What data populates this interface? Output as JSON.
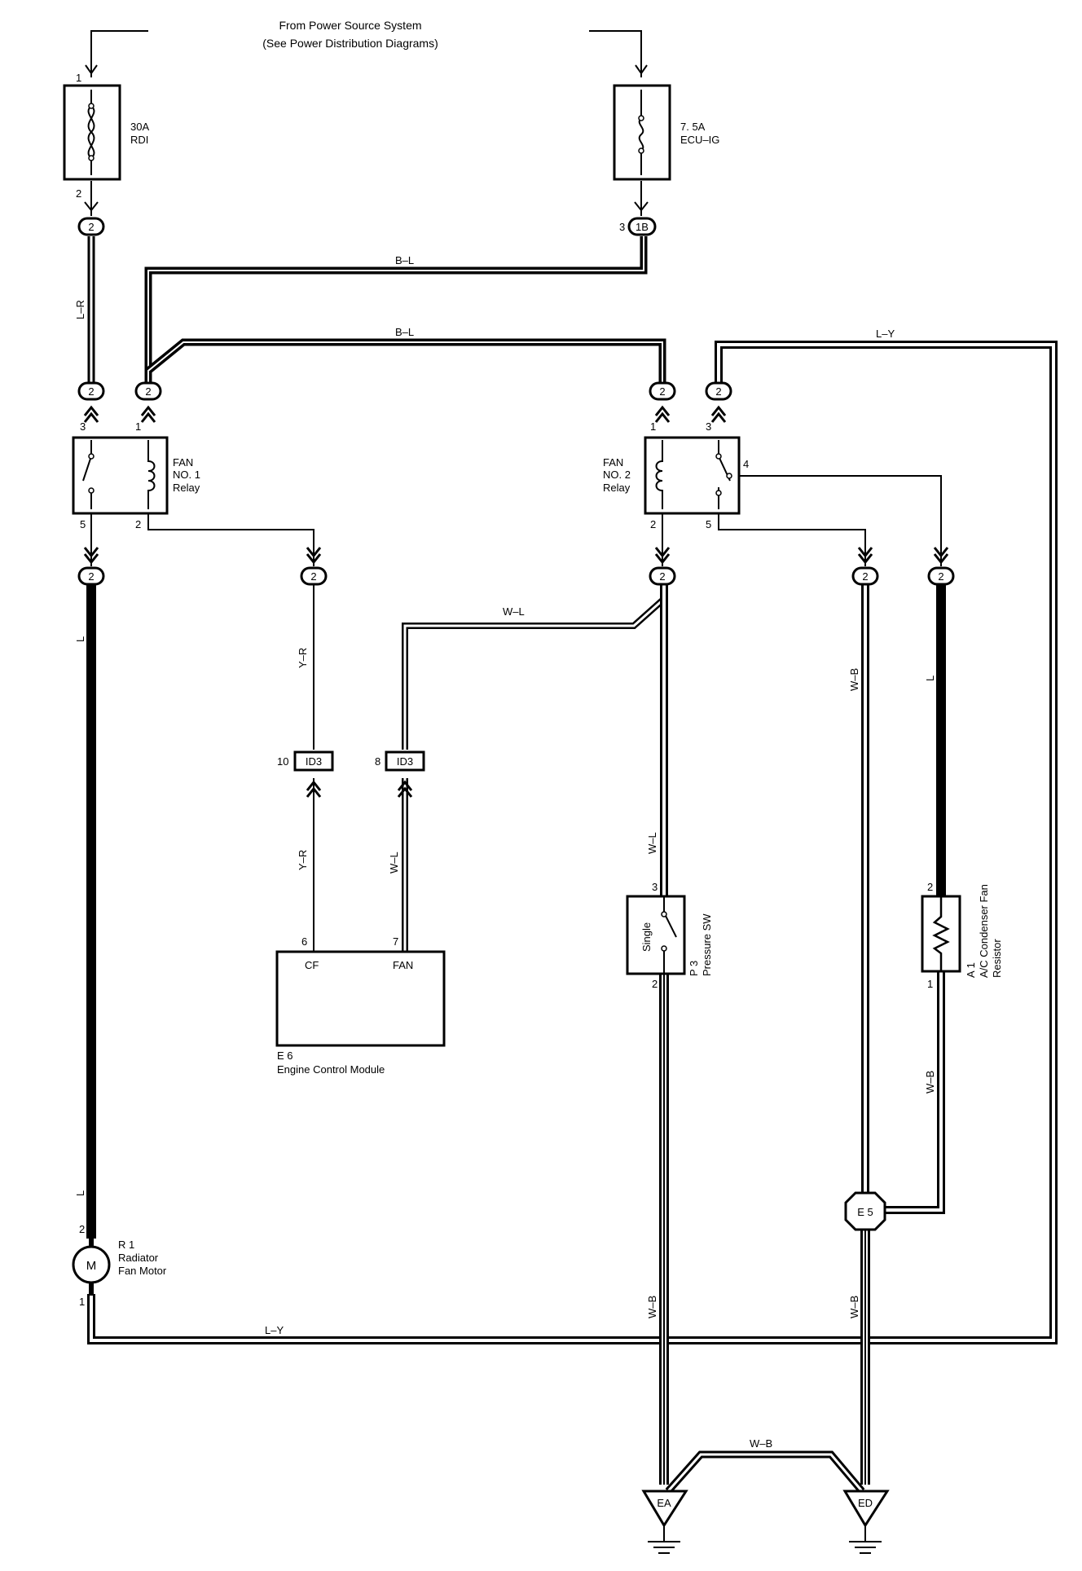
{
  "header": {
    "line1": "From Power Source System",
    "line2": "(See Power Distribution Diagrams)"
  },
  "fuses": {
    "rdi": {
      "rating": "30A",
      "name": "RDI",
      "pin_in": "1",
      "pin_out": "2"
    },
    "ecuig": {
      "rating": "7. 5A",
      "name": "ECU–IG",
      "pin_out": "3",
      "connector": "1B"
    }
  },
  "relays": {
    "fan1": {
      "l1": "FAN",
      "l2": "NO. 1",
      "l3": "Relay",
      "pins": [
        "3",
        "1",
        "5",
        "2"
      ]
    },
    "fan2": {
      "l1": "FAN",
      "l2": "NO. 2",
      "l3": "Relay",
      "pins": [
        "1",
        "3",
        "4",
        "2",
        "5"
      ]
    }
  },
  "connector_id": "2",
  "junctions": {
    "id3": "ID3",
    "pin10": "10",
    "pin8": "8"
  },
  "ecm": {
    "code": "E 6",
    "name": "Engine Control Module",
    "terminal_cf": "CF",
    "terminal_fan": "FAN",
    "pin_cf": "6",
    "pin_fan": "7"
  },
  "pressure_sw": {
    "code": "P 3",
    "name": "Pressure SW",
    "label": "Single",
    "pin_top": "3",
    "pin_bottom": "2"
  },
  "resistor": {
    "code": "A 1",
    "line1": "A/C Condenser Fan",
    "line2": "Resistor",
    "pin_top": "2",
    "pin_bottom": "1"
  },
  "motor": {
    "code": "R 1",
    "line1": "Radiator",
    "line2": "Fan Motor",
    "symbol": "M",
    "pin_top": "2",
    "pin_bottom": "1"
  },
  "splice": "E 5",
  "grounds": {
    "ea": "EA",
    "ed": "ED"
  },
  "wires": {
    "lr": "L–R",
    "bl": "B–L",
    "ly": "L–Y",
    "yr": "Y–R",
    "wl": "W–L",
    "wb": "W–B",
    "l": "L"
  }
}
